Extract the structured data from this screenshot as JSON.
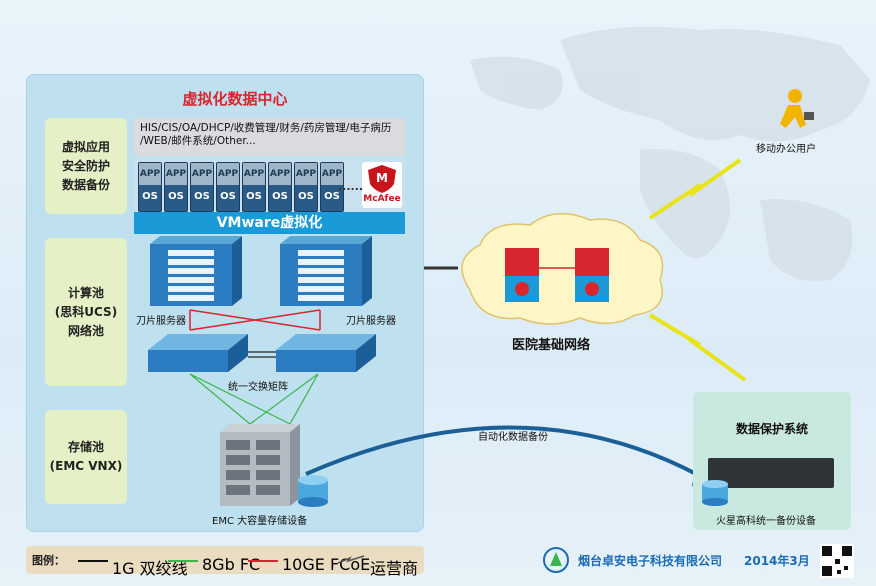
{
  "title": "虚拟化数据中心",
  "side_boxes": [
    {
      "line1": "虚拟应用",
      "line2": "安全防护",
      "line3": "数据备份"
    },
    {
      "line1": "计算池",
      "line2": "(思科UCS)",
      "line3": "网络池"
    },
    {
      "line1": "存储池",
      "line2": "(EMC VNX)",
      "line3": ""
    }
  ],
  "apps_text_line1": "HIS/CIS/OA/DHCP/收费管理/财务/药房管理/电子病历",
  "apps_text_line2": "/WEB/邮件系统/Other...",
  "app_chip": {
    "top": "APP",
    "bottom": "OS"
  },
  "ellipsis": "......",
  "mcafee_label": "McAfee",
  "mcafee_letter": "M",
  "vmware_label": "VMware虚拟化",
  "blade_server_label": "刀片服务器",
  "switch_label": "统一交换矩阵",
  "storage_label": "EMC 大容量存储设备",
  "network_label": "医院基础网络",
  "mobile_user_label": "移动办公用户",
  "backup_arrow_label": "自动化数据备份",
  "protection_title": "数据保护系统",
  "backup_device_label": "火星高科统一备份设备",
  "legend": {
    "title": "图例：",
    "items": [
      "1G 双绞线",
      "8Gb FC",
      "10GE FCoE",
      "运营商"
    ]
  },
  "company": "烟台卓安电子科技有限公司",
  "date": "2014年3月",
  "colors": {
    "accent_red": "#d8262e",
    "vm_blue": "#1a9ad6",
    "company_blue": "#1b6cb5"
  }
}
